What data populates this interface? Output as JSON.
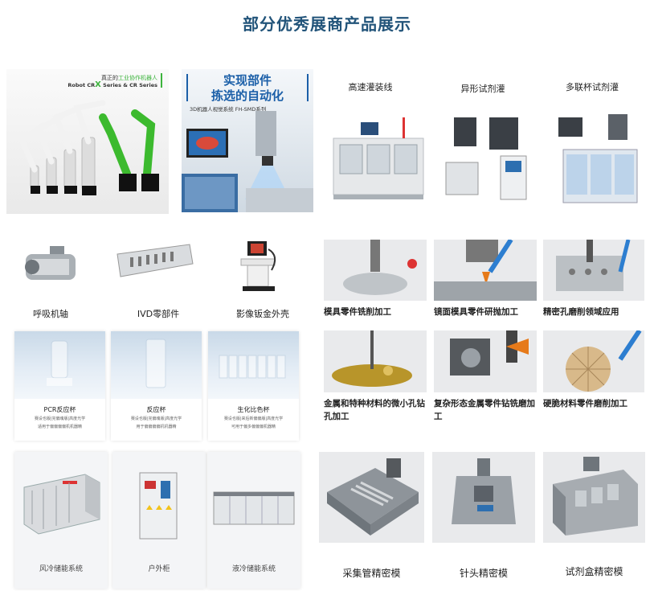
{
  "heading": "部分优秀展商产品展示",
  "banner_robot": {
    "line1_prefix": "真正的",
    "line1_hl": "工业协作机器人",
    "line2a": "Robot CR",
    "line2x": "X",
    "line2b": "Series & CR Series"
  },
  "banner_vision": {
    "l1": "实现部件",
    "l2": "拣选的自动化",
    "sub": "3D机器人视觉系统 FH-SMD系列"
  },
  "auto_titles": [
    "高速灌装线",
    "异形试剂灌",
    "多联杯试剂灌"
  ],
  "medical_parts": [
    "呼吸机轴",
    "IVD零部件",
    "影像钣金外壳"
  ],
  "cups": [
    {
      "name": "PCR反应杯",
      "d1": "赛设也版|完偏魂版|高度光学",
      "d2": "适用于偏偏偏偏机机器精"
    },
    {
      "name": "反应杯",
      "d1": "赛设也版|完偏魂版|高度光学",
      "d2": "用于偏偏偏偏机机器精"
    },
    {
      "name": "生化比色杯",
      "d1": "赛设也版|来后新偏偏版|高度光学",
      "d2": "可用于偏多偏偏偏机器精"
    }
  ],
  "machining_row1": [
    "模具零件铣削加工",
    "镜面模具零件研抛加工",
    "精密孔磨削领域应用"
  ],
  "machining_row2": [
    "金属和特种材料的微小孔钻孔加工",
    "复杂形态金属零件钻铣磨加工",
    "硬脆材料零件磨削加工"
  ],
  "energy": [
    "风冷储能系统",
    "户外柜",
    "液冷储能系统"
  ],
  "molds": [
    "采集管精密模",
    "针头精密模",
    "试剂盒精密模"
  ]
}
